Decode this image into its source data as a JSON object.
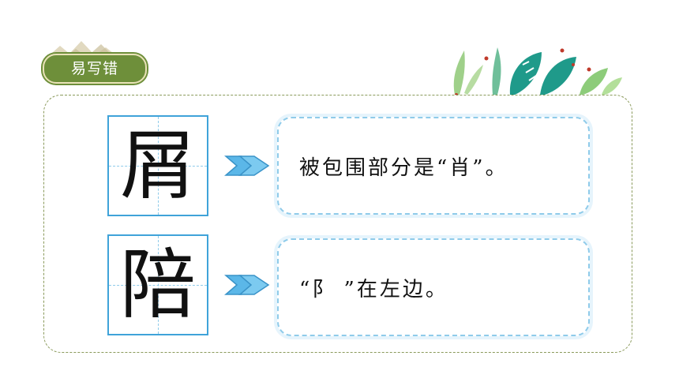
{
  "section_badge": {
    "label": "易写错"
  },
  "items": [
    {
      "character": "屑",
      "note": "被包围部分是“肖”。"
    },
    {
      "character": "陪",
      "note": "“阝 ”在左边。"
    }
  ],
  "colors": {
    "badge": "#6e8f3a",
    "grid_border": "#3fa3d9",
    "arrow": "#5bb7e8",
    "frame_border": "#8a9a5b"
  },
  "icons": {
    "arrow": "double-chevron-arrow-icon",
    "decoration": "tropical-leaves-icon",
    "mountain": "mountain-landscape-icon"
  }
}
